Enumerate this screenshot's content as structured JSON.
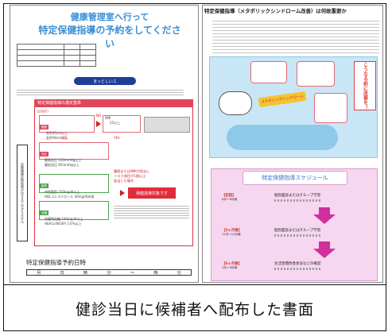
{
  "left_sheet": {
    "title_line1": "健康管理室へ行って",
    "title_line2": "特定保健指導の予約をしてください",
    "pill": "まっとしいエ",
    "flow_header": "特定保健指導の選定基準",
    "start": "START!",
    "step1_tag": "腹囲",
    "step1_a": "男性85cm以上",
    "step1_b": "女性90cm以上",
    "bmi_label": "BMI",
    "bmi_value": "25以上",
    "yes": "YES",
    "no": "NO",
    "step2_tag": "血圧",
    "step2_a": "最高血圧 130mmHg以上",
    "step2_b": "最低血圧 85mmHg以上",
    "step3_tag": "脂質",
    "step3_a": "中性脂肪 150mg/dl以上",
    "step3_b": "HDLコレステロール 40mg/dl未満",
    "step4_tag": "血糖",
    "step4_a": "空腹時血糖 100mg/dl以上",
    "step4_b": "HbA1c(NGSP) 5.6%以上",
    "right_note_1": "腹囲またはBMIが該当し",
    "right_note_2": "リスク項目が1個以上",
    "right_note_3": "該当した場合",
    "target_box": "保健指導対象です",
    "side_label": "定期健康診断結果が出るまで分かりません",
    "appt_title": "特定保健指導予約日時",
    "appt_month": "月",
    "appt_day": "日",
    "appt_hour": "時",
    "appt_min1": "分",
    "appt_tilde": "～",
    "appt_hour2": "時",
    "appt_min2": "分"
  },
  "right_sheet": {
    "title": "特定保健指導（メタボリックシンドローム改善）は何故重要か",
    "bubble": "こうなる前に改善を！",
    "metabo": "メタボリックシンドローム",
    "schedule_title": "特定保健指導スケジュール",
    "s1_tag": "【初回】",
    "s1_sub": "6月～9月頃",
    "s1_text": "個別面談またはグループ学習",
    "s2_tag": "【3ヶ月後】",
    "s2_sub": "11月～12月頃",
    "s2_text": "個別面談またはグループ学習",
    "s3_tag": "【6ヶ月後】",
    "s3_sub": "2月～3月頃",
    "s3_text": "生活習慣改善状況などの確認"
  },
  "caption": "健診当日に候補者へ配布した書面"
}
